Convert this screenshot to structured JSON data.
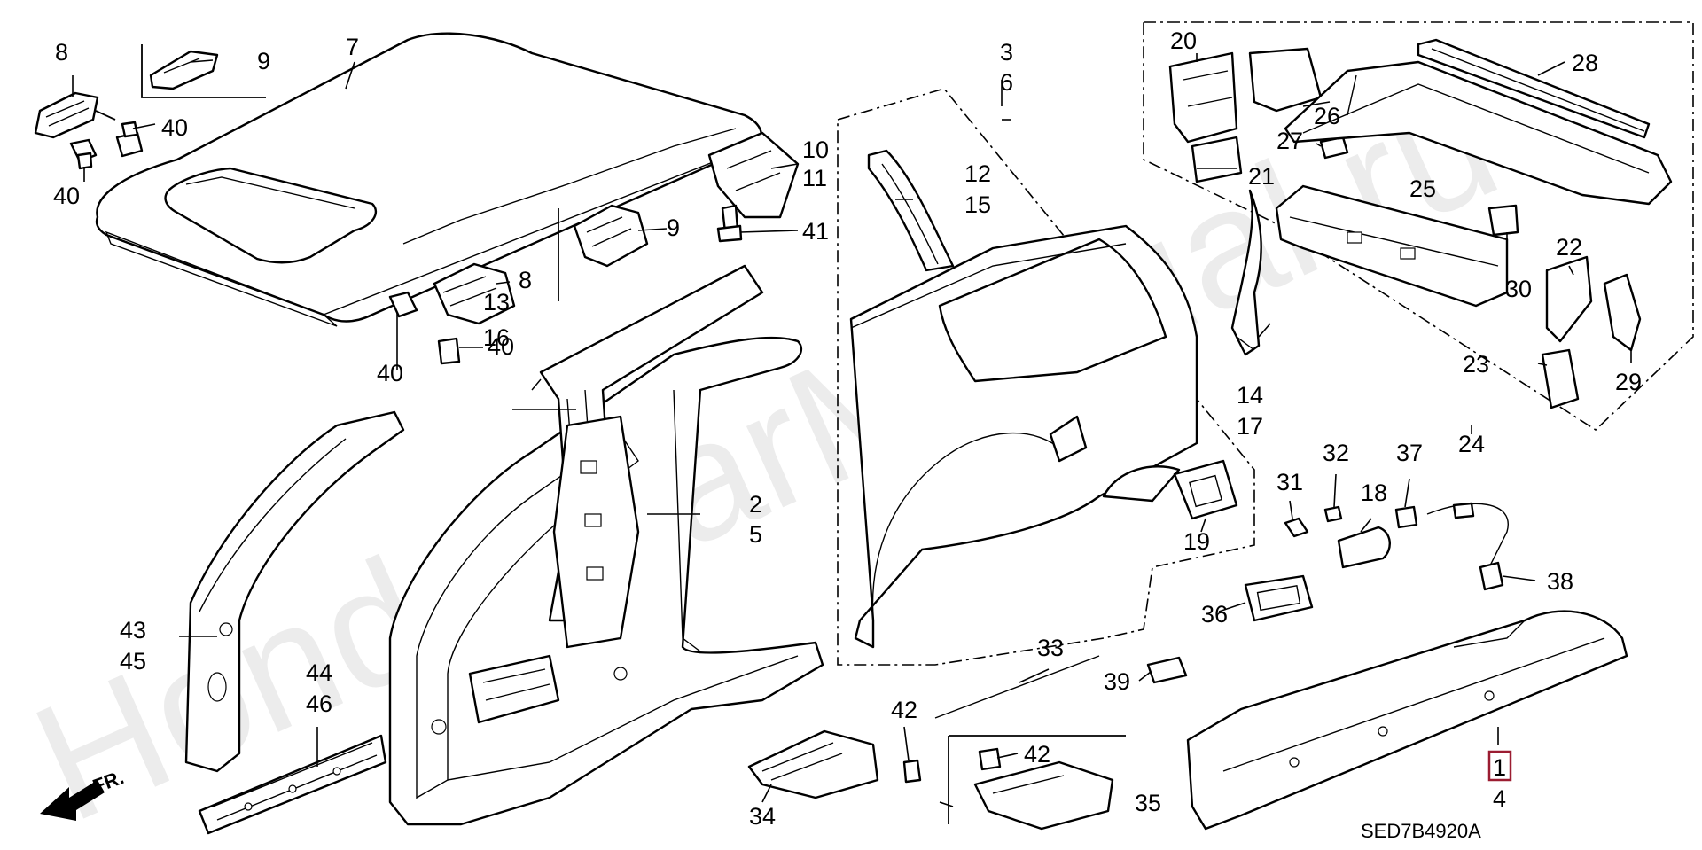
{
  "diagram_code": "SED7B4920A",
  "watermark": "Honda-CarManual.ru",
  "front_indicator": "FR.",
  "highlighted_label": "1",
  "highlight_color": "#9b1c31",
  "labels": {
    "l1": "1",
    "l2": "2",
    "l3": "3",
    "l4": "4",
    "l5": "5",
    "l6": "6",
    "l7": "7",
    "l8a": "8",
    "l8b": "8",
    "l9a": "9",
    "l9b": "9",
    "l10": "10",
    "l11": "11",
    "l12": "12",
    "l13": "13",
    "l14": "14",
    "l15": "15",
    "l16": "16",
    "l17": "17",
    "l18": "18",
    "l19": "19",
    "l20": "20",
    "l21": "21",
    "l22": "22",
    "l23": "23",
    "l24": "24",
    "l25": "25",
    "l26": "26",
    "l27": "27",
    "l28": "28",
    "l29": "29",
    "l30": "30",
    "l31": "31",
    "l32": "32",
    "l33": "33",
    "l34": "34",
    "l35": "35",
    "l36": "36",
    "l37": "37",
    "l38": "38",
    "l39": "39",
    "l40a": "40",
    "l40b": "40",
    "l40c": "40",
    "l40d": "40",
    "l41": "41",
    "l42a": "42",
    "l42b": "42",
    "l43": "43",
    "l44": "44",
    "l45": "45",
    "l46": "46"
  }
}
